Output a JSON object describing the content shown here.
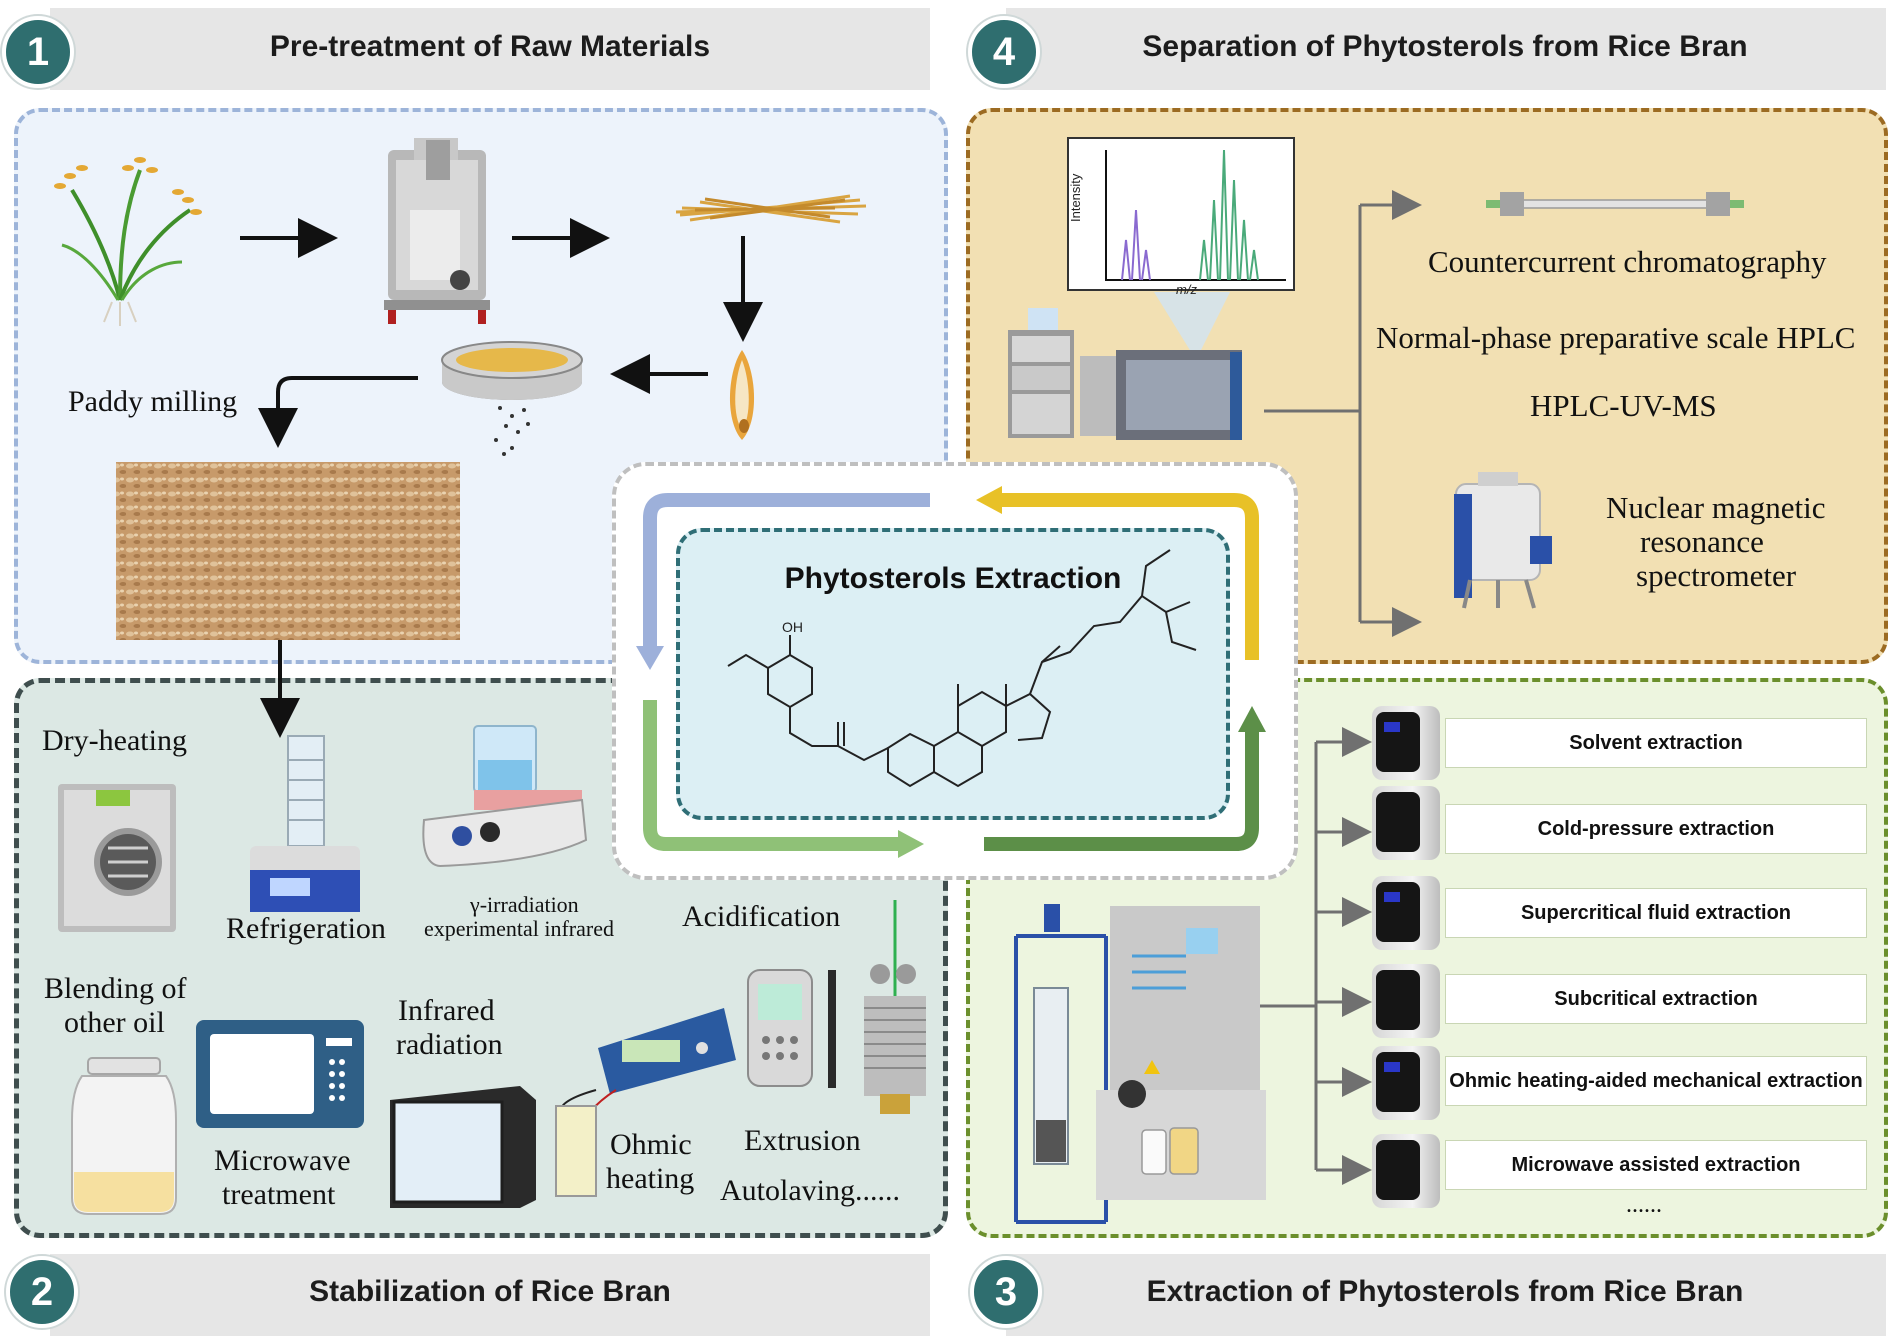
{
  "sections": {
    "s1": {
      "number": "1",
      "title": "Pre-treatment of Raw Materials"
    },
    "s2": {
      "number": "2",
      "title": "Stabilization of Rice Bran"
    },
    "s3": {
      "number": "3",
      "title": "Extraction of Phytosterols from Rice Bran"
    },
    "s4": {
      "number": "4",
      "title": "Separation of Phytosterols from Rice Bran"
    }
  },
  "center": {
    "title": "Phytosterols Extraction",
    "oh_label": "OH"
  },
  "pretreatment": {
    "paddy_milling": "Paddy milling"
  },
  "stabilization": {
    "dry_heating": "Dry-heating",
    "refrigeration": "Refrigeration",
    "gamma_1": "γ-irradiation",
    "gamma_2": "experimental  infrared",
    "acidification": "Acidification",
    "blending_1": "Blending of",
    "blending_2": "other oil",
    "infrared_1": "Infrared",
    "infrared_2": "radiation",
    "microwave_1": "Microwave",
    "microwave_2": "treatment",
    "ohmic_1": "Ohmic",
    "ohmic_2": "heating",
    "extrusion": "Extrusion",
    "autolaving": "Autolaving......"
  },
  "separation": {
    "ccc": "Countercurrent chromatography",
    "np_hplc": "Normal-phase preparative scale HPLC",
    "hplc_uv_ms": "HPLC-UV-MS",
    "nmr_1": "Nuclear magnetic",
    "nmr_2": "resonance",
    "nmr_3": "spectrometer",
    "spectrum_ylabel": "Intensity",
    "spectrum_xlabel": "m/z"
  },
  "extraction": {
    "methods": [
      "Solvent extraction",
      "Cold-pressure extraction",
      "Supercritical fluid extraction",
      "Subcritical extraction",
      "Ohmic heating-aided mechanical extraction",
      "Microwave assisted extraction"
    ],
    "more": "......"
  },
  "colors": {
    "panel1_border": "#9db4d9",
    "panel1_fill": "#edf3fb",
    "panel2_border": "#3f4e4e",
    "panel2_fill": "#dce8e4",
    "panel3_border": "#6b8f2c",
    "panel3_fill": "#edf5df",
    "panel4_border": "#9c6b22",
    "panel4_fill": "#f2e0b3",
    "center_border": "#2f6e76",
    "center_fill": "#dceff4",
    "badge": "#2f6e6f",
    "arrow_blue": "#9db0da",
    "arrow_yellow": "#e8c127",
    "arrow_green_light": "#8fc177",
    "arrow_green_dark": "#5c8f48"
  }
}
